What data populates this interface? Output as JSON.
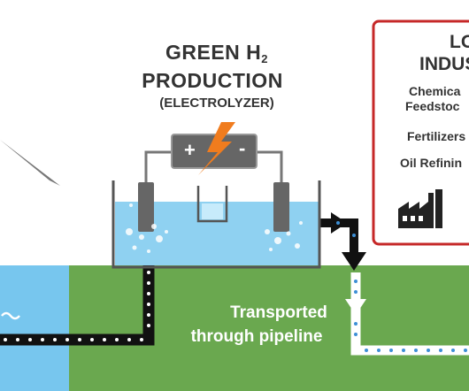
{
  "production": {
    "title_prefix": "GREEN H",
    "title_subscript": "2",
    "title_line2": "PRODUCTION",
    "subtitle": "(ELECTROLYZER)"
  },
  "battery": {
    "plus": "+",
    "minus": "-"
  },
  "pipeline_label": {
    "line1": "Transported",
    "line2": "through pipeline"
  },
  "industry_box": {
    "title_line1": "LO",
    "title_line2": "INDUS",
    "items": [
      "Chemica",
      "Feedstoc",
      "Fertilizers",
      "Oil Refinin"
    ]
  },
  "colors": {
    "ground_green": "#6aa84f",
    "water_blue": "#77c6ee",
    "tank_water": "#8fd1f1",
    "box_border": "#c62828",
    "bolt_orange": "#f07c1e",
    "pipe_dark": "#111111",
    "pipe_white": "#ffffff",
    "flow_dot_blue": "#3d8fd6"
  },
  "icons": [
    "wave-icon",
    "lightning-bolt-icon",
    "factory-icon",
    "flow-arrow-icon"
  ]
}
